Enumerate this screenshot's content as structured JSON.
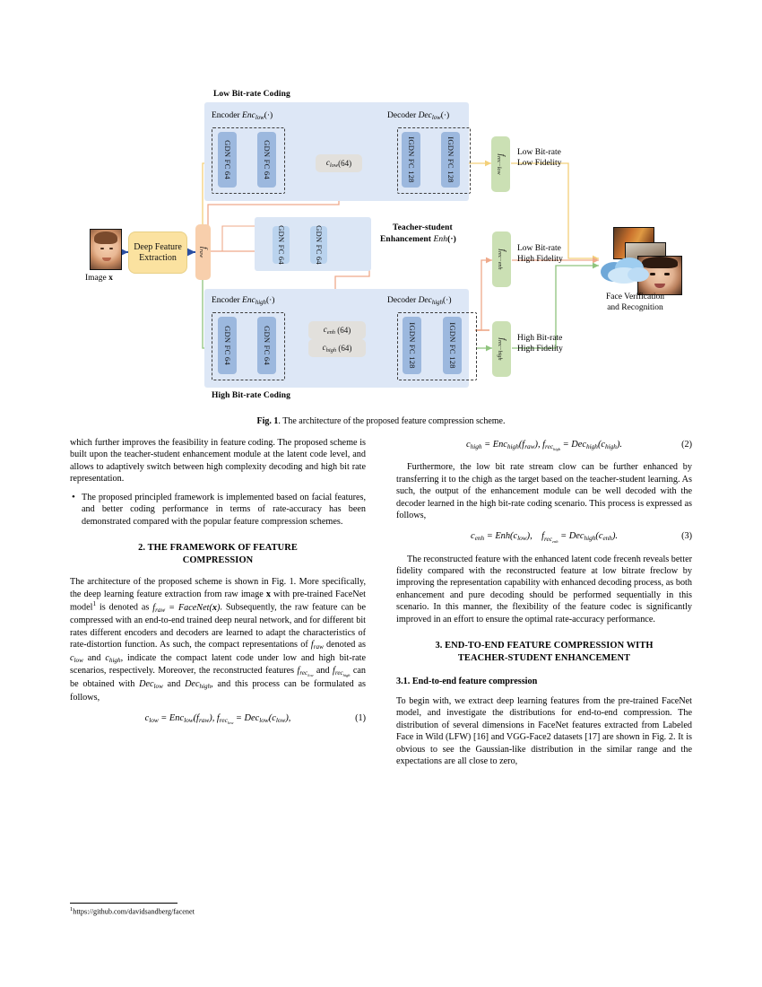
{
  "figure": {
    "caption_bold": "Fig. 1",
    "caption_text": ". The architecture of the proposed feature compression scheme.",
    "low_bitrate_title": "Low Bit-rate Coding",
    "high_bitrate_title": "High Bit-rate Coding",
    "teacher_student_line1": "Teacher-student",
    "teacher_student_line2": "Enhancement Enh(·)",
    "encoder_low_label": "Encoder Enclow(·)",
    "decoder_low_label": "Decoder Declow(·)",
    "encoder_high_label": "Encoder Enchigh(·)",
    "decoder_high_label": "Decoder Dechigh(·)",
    "enc_prefix": "Encoder ",
    "dec_prefix": "Decoder ",
    "enc_sym": "Enc",
    "dec_sym": "Dec",
    "sub_low": "low",
    "sub_high": "high",
    "paren_dot": "(·)",
    "enh_sym": "Enh",
    "gdn_fc_64": "GDN FC 64",
    "igdn_fc_128": "IGDN FC 128",
    "code_low": "clow(64)",
    "code_enh": "cenh (64)",
    "code_high": "chigh (64)",
    "c_letter": "c",
    "n64": "(64)",
    "f_raw": "fraw",
    "f_rec_low": "frec−low",
    "f_rec_enh": "frec−enh",
    "f_rec_high": "frec−high",
    "f_letter": "f",
    "sub_raw": "raw",
    "sub_rec_low": "rec−low",
    "sub_rec_enh": "rec−enh",
    "sub_rec_high": "rec−high",
    "sub_enh": "enh",
    "deep_feature_line1": "Deep Feature",
    "deep_feature_line2": "Extraction",
    "image_x_label": "Image x",
    "image_x_prefix": "Image ",
    "image_x_sym": "x",
    "out_low_l1": "Low Bit-rate",
    "out_low_l2": "Low Fidelity",
    "out_enh_l1": "Low Bit-rate",
    "out_enh_l2": "High Fidelity",
    "out_high_l1": "High Bit-rate",
    "out_high_l2": "High Fidelity",
    "face_task_l1": "Face Verification",
    "face_task_l2": "and  Recognition"
  },
  "colors": {
    "panel_blue": "#dde7f6",
    "fc_block_blue": "#9cb8de",
    "code_gray": "#e2e0dc",
    "feature_orange": "#f8cfac",
    "feature_green": "#cbe0b4",
    "deep_feature_yellow": "#fbe2a0",
    "arrow_yellow": "#f3d07a",
    "arrow_orange": "#efa98a",
    "arrow_green": "#8fc47d",
    "arrow_blue": "#2b4fa2"
  },
  "left_column": {
    "para1": "which further improves the feasibility in feature coding. The proposed scheme is built upon the teacher-student enhancement module at the latent code level, and allows to adaptively switch between high complexity decoding and high bit rate representation.",
    "bullet1": "The proposed principled framework is implemented based on facial features, and better coding performance in terms of rate-accuracy has been demonstrated compared with the popular feature compression schemes.",
    "section2_line1": "2.  THE FRAMEWORK OF FEATURE",
    "section2_line2": "COMPRESSION",
    "para2_a": "The architecture of the proposed scheme is shown in Fig. 1. More specifically, the deep learning feature extraction from raw image ",
    "para2_b": " with pre-trained FaceNet model",
    "para2_fn": "1",
    "para2_c": " is denoted as ",
    "para2_eq": "fraw = FaceNet(x)",
    "para2_d": ". Subsequently, the raw feature can be compressed with an end-to-end trained deep neural network, and for different bit rates different encoders and decoders are learned to adapt the characteristics of rate-distortion function. As such, the compact representations of ",
    "para2_e": " denoted as ",
    "para2_f": " and ",
    "para2_g": ", indicate the compact latent code under low and high bit-rate scenarios, respectively. Moreover, the reconstructed features ",
    "para2_h": " and ",
    "para2_i": " can be obtained with ",
    "para2_j": " and ",
    "para2_k": ", and this process can be formulated as follows,",
    "eq1_number": "(1)",
    "footnote": "https://github.com/davidsandberg/facenet",
    "footnote_marker": "1"
  },
  "right_column": {
    "eq2_number": "(2)",
    "para3": "Furthermore, the low bit rate stream clow can be further enhanced by transferring it to the chigh as the target based on the teacher-student learning. As such, the output of the enhancement module can be well decoded with the decoder learned in the high bit-rate coding scenario. This process is expressed as follows,",
    "eq3_number": "(3)",
    "para4": "The reconstructed feature with the enhanced latent code frecenh reveals better fidelity compared with the reconstructed feature at low bitrate freclow by improving the representation capability with enhanced decoding process, as both enhancement and pure decoding should be performed sequentially in this scenario. In this manner, the flexibility of the feature codec is significantly improved in an effort to ensure the optimal rate-accuracy performance.",
    "section3_line1": "3.  END-TO-END FEATURE COMPRESSION WITH",
    "section3_line2": "TEACHER-STUDENT ENHANCEMENT",
    "subsection31": "3.1.  End-to-end feature compression",
    "para5": "To begin with, we extract deep learning features from the pre-trained FaceNet model, and investigate the distributions for end-to-end compression. The distribution of several dimensions in FaceNet features extracted from Labeled Face in Wild (LFW) [16] and VGG-Face2 datasets [17] are shown in Fig. 2. It is obvious to see the Gaussian-like distribution in the similar range and the expectations are all close to zero,"
  }
}
